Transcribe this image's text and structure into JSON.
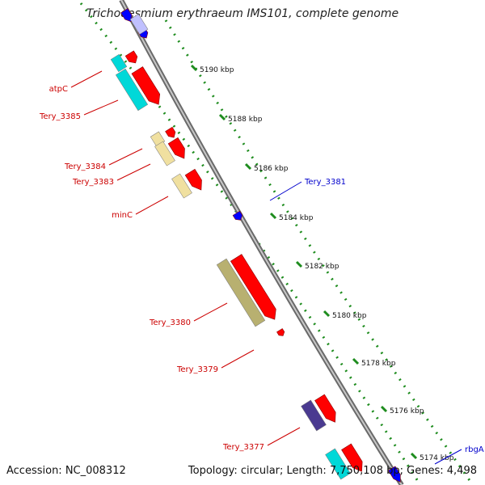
{
  "title": "Trichodesmium erythraeum IMS101, complete genome",
  "footer": {
    "accession": "Accession: NC_008312",
    "topology": "Topology: circular; Length: 7,750,108 bp; Genes: 4,498"
  },
  "colors": {
    "backbone": "#8e8e8e",
    "ruler": "#1e8c1e",
    "forward_gene": "#ff0000",
    "reverse_gene": "#0000ff",
    "label_forward": "#cc0000",
    "label_reverse": "#0000cc",
    "category_cyan": "#00d8d8",
    "category_khaki": "#b8b070",
    "category_pale": "#f0e0a0",
    "category_indigo": "#4a3a90"
  },
  "ticks": [
    {
      "label": "5190 kbp"
    },
    {
      "label": "5188 kbp"
    },
    {
      "label": "5186 kbp"
    },
    {
      "label": "5184 kbp"
    },
    {
      "label": "5182 kbp"
    },
    {
      "label": "5180 kbp"
    },
    {
      "label": "5178 kbp"
    },
    {
      "label": "5176 kbp"
    },
    {
      "label": "5174 kbp"
    }
  ],
  "gene_labels": [
    {
      "name": "atpC",
      "strand": "forward"
    },
    {
      "name": "Tery_3385",
      "strand": "forward"
    },
    {
      "name": "Tery_3384",
      "strand": "forward"
    },
    {
      "name": "Tery_3383",
      "strand": "forward"
    },
    {
      "name": "minC",
      "strand": "forward"
    },
    {
      "name": "Tery_3381",
      "strand": "reverse"
    },
    {
      "name": "Tery_3380",
      "strand": "forward"
    },
    {
      "name": "Tery_3379",
      "strand": "forward"
    },
    {
      "name": "Tery_3377",
      "strand": "forward"
    },
    {
      "name": "rbgA",
      "strand": "reverse"
    }
  ]
}
